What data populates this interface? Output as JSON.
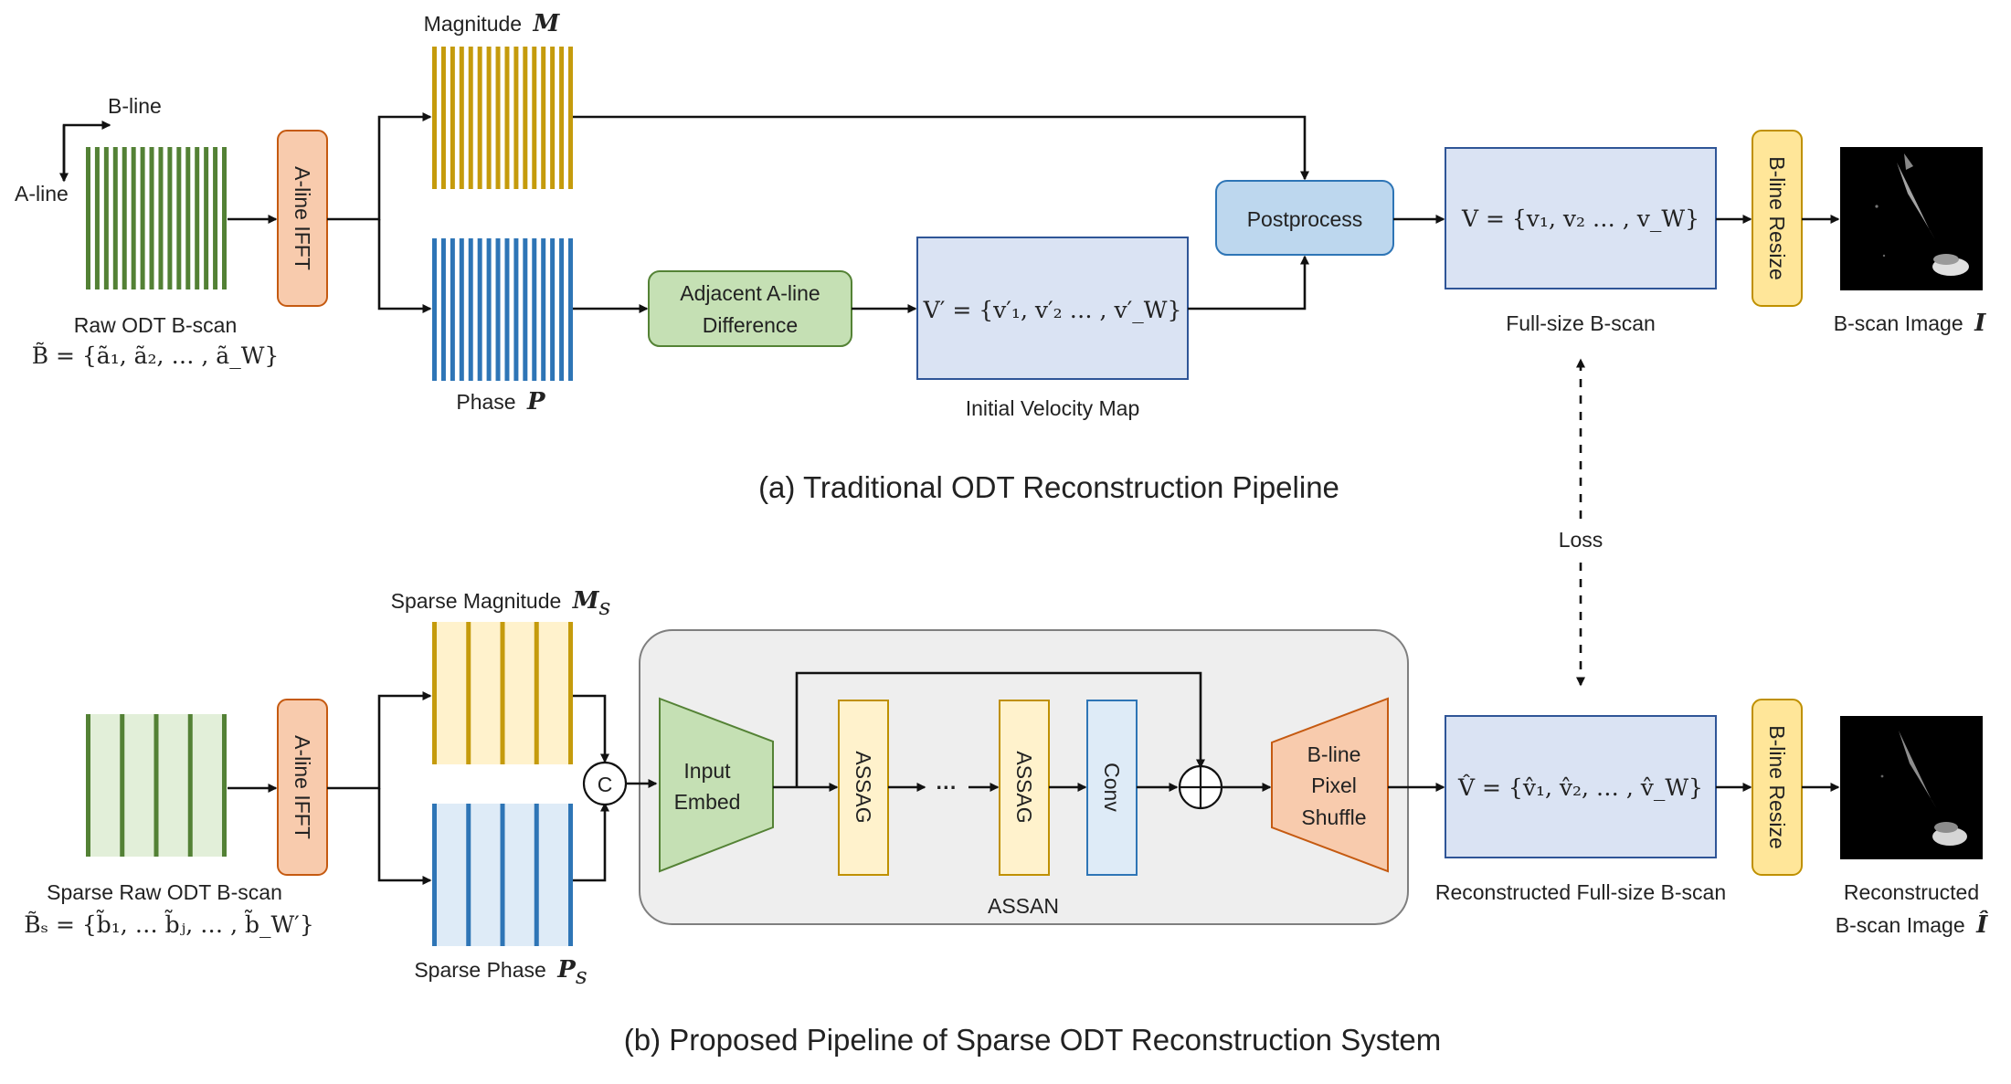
{
  "axes": {
    "x_label": "B-line",
    "y_label": "A-line"
  },
  "pipeline_a": {
    "caption": "(a) Traditional ODT Reconstruction Pipeline",
    "raw_bscan_label": "Raw ODT B-scan",
    "raw_bscan_formula": "B̃ = {ã₁, ã₂, … , ã_W}",
    "ifft": "A-line IFFT",
    "magnitude_label": "Magnitude",
    "magnitude_symbol": "M",
    "phase_label": "Phase",
    "phase_symbol": "P",
    "adjacent_diff": [
      "Adjacent A-line",
      "Difference"
    ],
    "initial_velocity_formula": "V′ = {v′₁, v′₂ … , v′_W}",
    "initial_velocity_label": "Initial Velocity Map",
    "postprocess": "Postprocess",
    "fullsize_formula": "V = {v₁, v₂ … , v_W}",
    "fullsize_label": "Full-size B-scan",
    "resize": "B-line Resize",
    "image_label": "B-scan Image",
    "image_symbol": "I"
  },
  "loss": "Loss",
  "pipeline_b": {
    "caption": "(b) Proposed Pipeline of Sparse ODT Reconstruction System",
    "raw_bscan_label": "Sparse Raw ODT B-scan",
    "raw_bscan_formula": "B̃ₛ = {b̃₁, … b̃ⱼ, … , b̃_W′}",
    "ifft": "A-line IFFT",
    "magnitude_label": "Sparse Magnitude",
    "magnitude_symbol": "M",
    "phase_label": "Sparse Phase",
    "phase_symbol": "P",
    "concat": "C",
    "input_embed": [
      "Input",
      "Embed"
    ],
    "assag1": "ASSAG",
    "dots": "···",
    "assag2": "ASSAG",
    "conv": "Conv",
    "pixel_shuffle": [
      "B-line",
      "Pixel",
      "Shuffle"
    ],
    "network_name": "ASSAN",
    "recon_formula": "V̂ = {v̂₁, v̂₂, … , v̂_W}",
    "recon_label": "Reconstructed Full-size B-scan",
    "resize": "B-line Resize",
    "image_label_line1": "Reconstructed",
    "image_label_line2": "B-scan Image",
    "image_symbol": "Î"
  },
  "colors": {
    "green_dark": "#538135",
    "green_light": "#e2efd9",
    "gold": "#c59b0c",
    "gold_light": "#fff2cc",
    "blue": "#2e75b6",
    "blue_light": "#deebf7",
    "orange_fill": "#f8cbad",
    "orange_stroke": "#c55a11",
    "green_box_fill": "#c5e0b4",
    "green_box_stroke": "#548235",
    "lavender_fill": "#dae3f3",
    "lavender_stroke": "#2f5597",
    "postprocess_fill": "#bdd7ee",
    "yellow_fill": "#ffe699",
    "yellow_stroke": "#bf9000",
    "assan_fill": "#eeeeee"
  }
}
